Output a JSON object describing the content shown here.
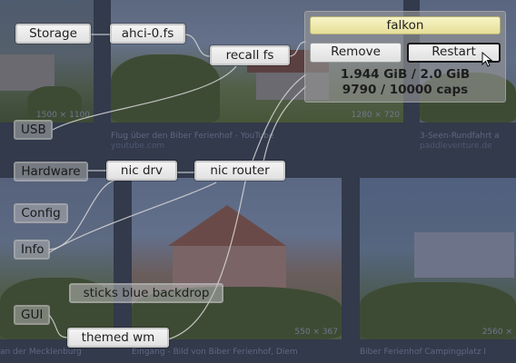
{
  "backdrop": {
    "thumbnails": [
      {
        "resolution": "1500 × 1100"
      },
      {
        "resolution": "1280 × 720"
      },
      {
        "resolution": "550 × 367"
      },
      {
        "resolution": "2560 ×"
      }
    ],
    "captions": [
      {
        "title": "Flug über den Biber Ferienhof - YouTube",
        "source": "youtube.com"
      },
      {
        "title": "3-Seen-Rundfahrt a",
        "source": "paddleventure.de"
      },
      {
        "title": "an der Mecklenburg",
        "source": ""
      },
      {
        "title": "Eingang - Bild von Biber Ferienhof, Diem",
        "source": ""
      },
      {
        "title": "Biber Ferienhof Campingplatz I",
        "source": ""
      }
    ]
  },
  "graph": {
    "nodes": {
      "storage": "Storage",
      "ahci": "ahci-0.fs",
      "recall": "recall fs",
      "usb": "USB",
      "hardware": "Hardware",
      "nic_drv": "nic drv",
      "nic_router": "nic router",
      "config": "Config",
      "info": "Info",
      "backdrop": "sticks blue backdrop",
      "gui": "GUI",
      "themed_wm": "themed wm"
    }
  },
  "popup": {
    "title": "falkon",
    "remove_label": "Remove",
    "restart_label": "Restart",
    "ram_line": "1.944 GiB / 2.0 GiB",
    "caps_line": "9790 / 10000 caps"
  }
}
